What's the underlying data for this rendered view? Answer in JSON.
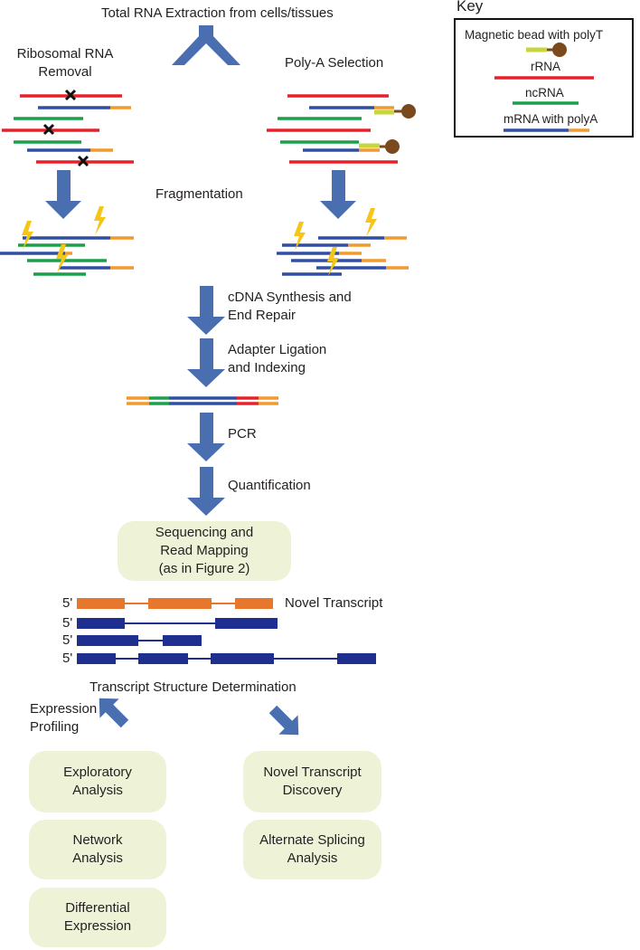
{
  "top_title": "Total RNA Extraction from cells/tissues",
  "left_branch": {
    "title_line1": "Ribosomal RNA",
    "title_line2": "Removal"
  },
  "right_branch": {
    "title": "Poly-A Selection"
  },
  "fragmentation_label": "Fragmentation",
  "steps": {
    "cdna_line1": "cDNA Synthesis and",
    "cdna_line2": "End Repair",
    "adapter_line1": "Adapter Ligation",
    "adapter_line2": "and Indexing",
    "pcr": "PCR",
    "quantification": "Quantification"
  },
  "key": {
    "title": "Key",
    "bead": "Magnetic bead with polyT",
    "rrna": "rRNA",
    "ncrna": "ncRNA",
    "mrna": "mRNA with polyA"
  },
  "sequencing": {
    "line1": "Sequencing and",
    "line2": "Read Mapping",
    "line3": "(as in Figure 2)"
  },
  "transcripts": {
    "five_prime": "5'",
    "novel_label": "Novel Transcript"
  },
  "structure_label": "Transcript Structure Determination",
  "expression_profiling": {
    "line1": "Expression",
    "line2": "Profiling"
  },
  "outcomes": {
    "exploratory": {
      "line1": "Exploratory",
      "line2": "Analysis"
    },
    "network": {
      "line1": "Network",
      "line2": "Analysis"
    },
    "differential": {
      "line1": "Differential",
      "line2": "Expression"
    },
    "novel_discovery": {
      "line1": "Novel Transcript",
      "line2": "Discovery"
    },
    "alt_splicing": {
      "line1": "Alternate Splicing",
      "line2": "Analysis"
    }
  },
  "colors": {
    "arrow": "#4a6fb0",
    "rrna": "#e8202a",
    "ncrna": "#1aa04a",
    "mrna": "#2e4fa3",
    "polya": "#f29a2e",
    "polyt": "#c7d63d",
    "bead": "#7a4a1e",
    "lightning": "#f5c518",
    "exon_orange": "#e8772e",
    "exon_navy": "#1f2f8f",
    "pill": "#eef3d7"
  }
}
